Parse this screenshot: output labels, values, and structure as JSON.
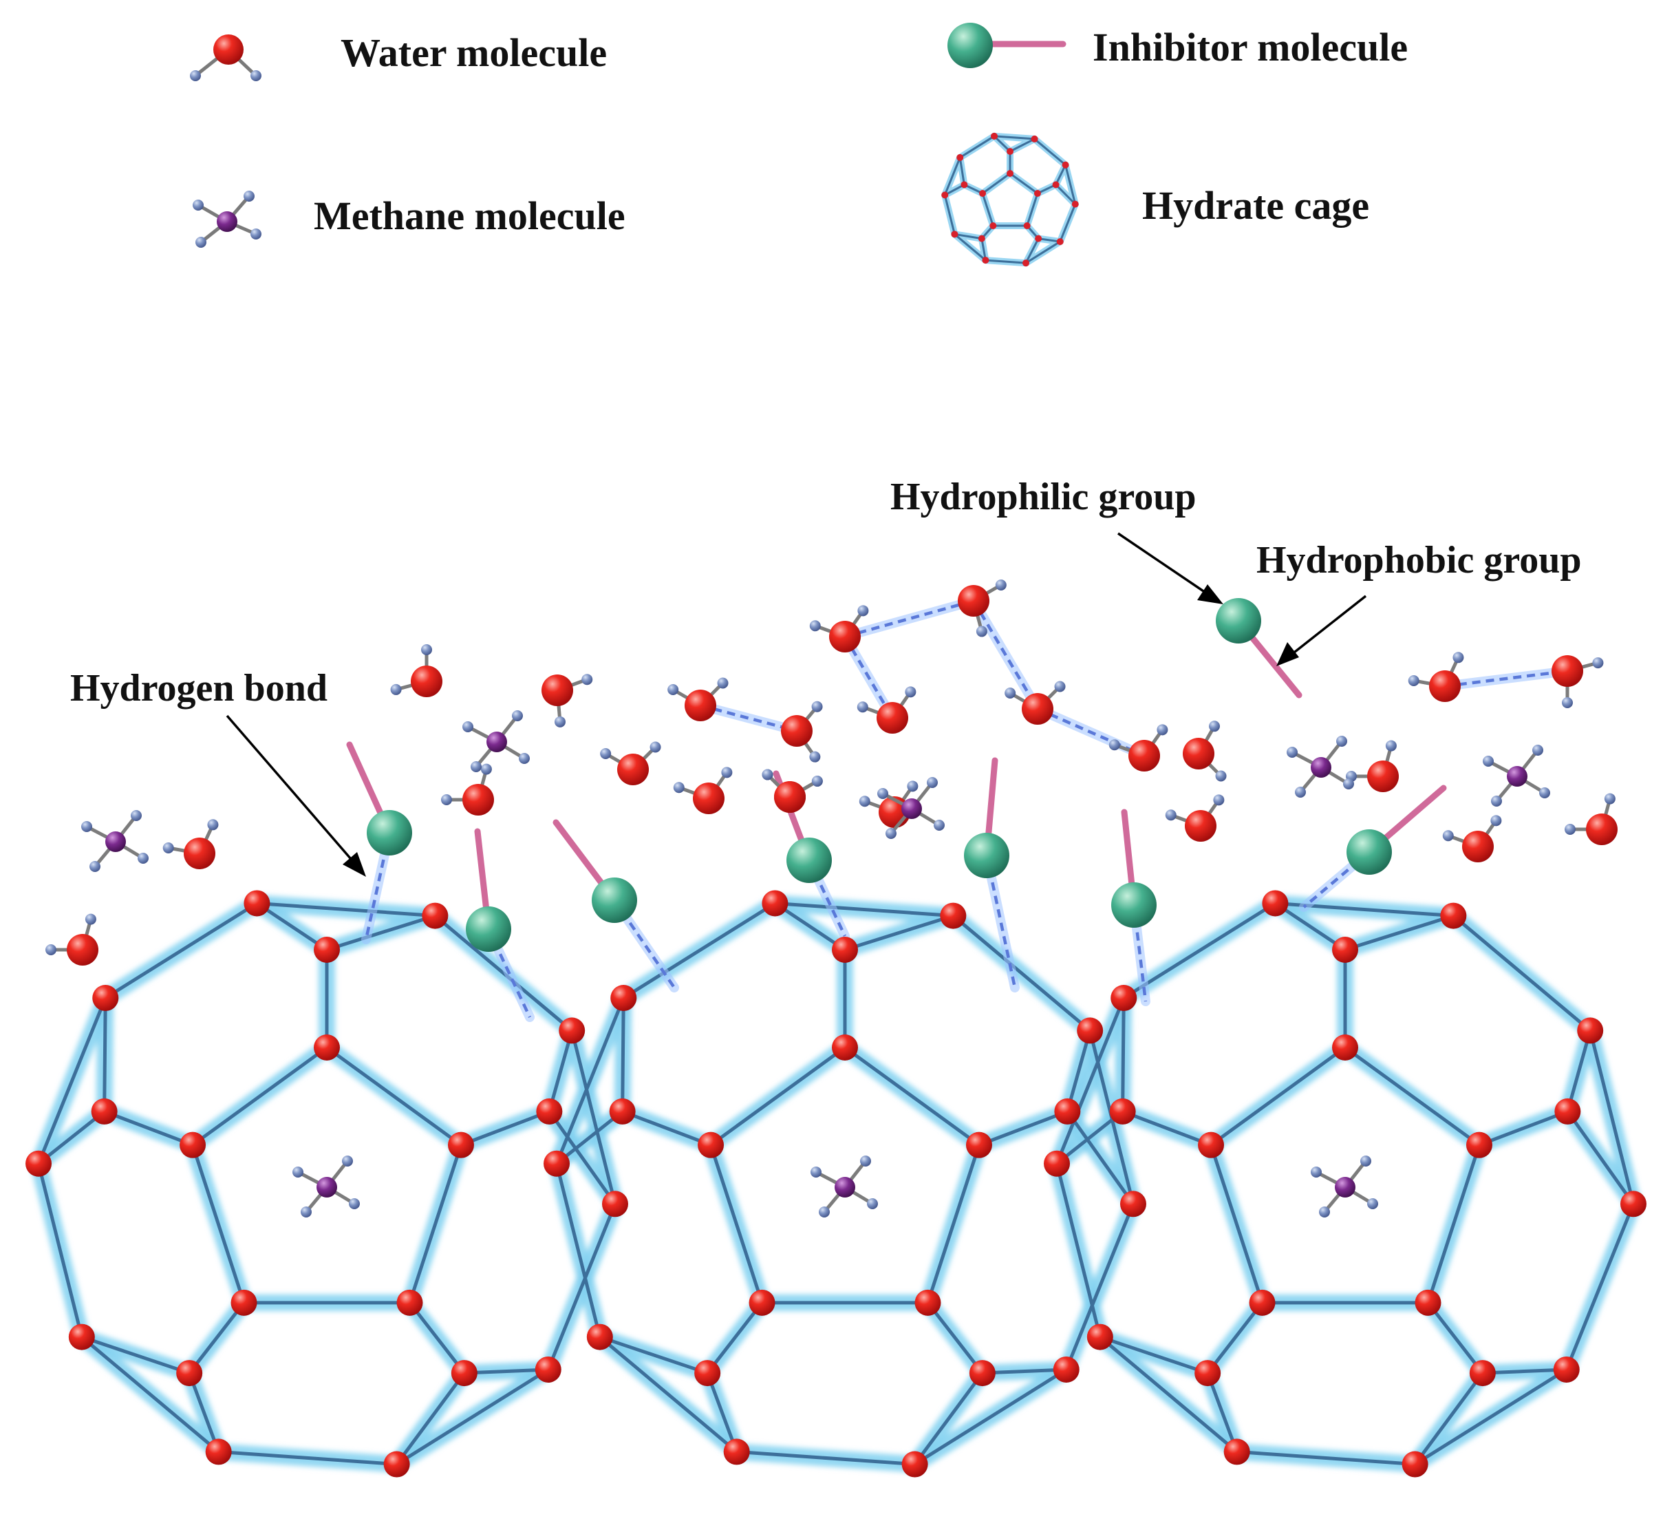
{
  "legend": {
    "water": "Water molecule",
    "methane": "Methane molecule",
    "inhibitor": "Inhibitor molecule",
    "cage": "Hydrate cage"
  },
  "annotations": {
    "hydrogen_bond": "Hydrogen bond",
    "hydrophilic": "Hydrophilic group",
    "hydrophobic": "Hydrophobic group"
  },
  "colors": {
    "oxygen": "#e01818",
    "hydrogen": "#6f86b8",
    "carbon": "#7a2a8a",
    "inhibitor_head": "#3fae8c",
    "inhibitor_tail": "#d06a9a",
    "cage_edge": "#3d6f9a",
    "cage_glow": "#7fd0f0",
    "h_bond": "#6a86e0"
  }
}
